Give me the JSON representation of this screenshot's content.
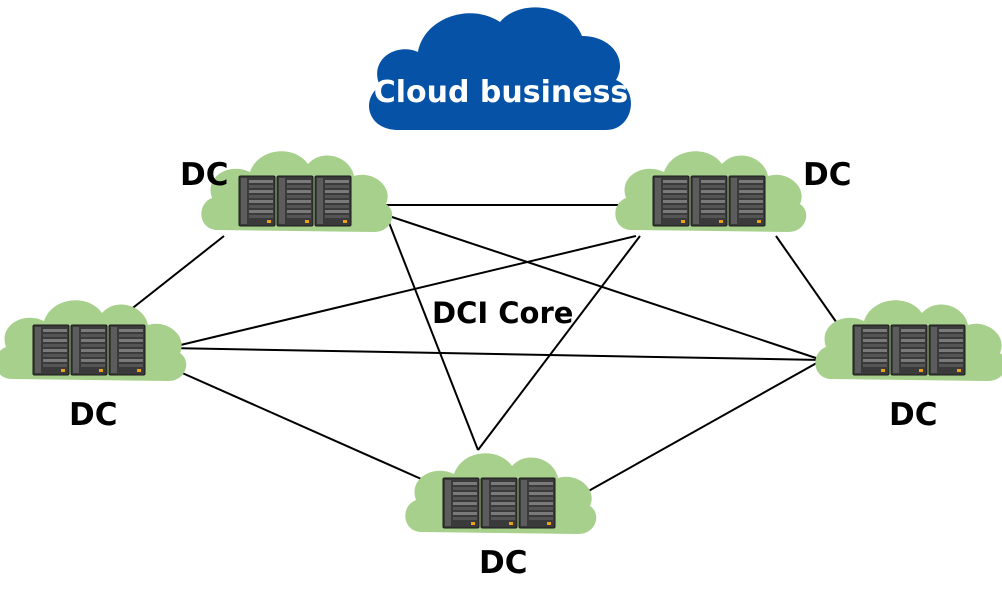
{
  "cloud": {
    "title": "Cloud business",
    "color": "#0552a6"
  },
  "core": {
    "label": "DCI Core"
  },
  "datacenters": [
    {
      "id": "top-left",
      "label": "DC"
    },
    {
      "id": "top-right",
      "label": "DC"
    },
    {
      "id": "left",
      "label": "DC"
    },
    {
      "id": "right",
      "label": "DC"
    },
    {
      "id": "bottom",
      "label": "DC"
    }
  ],
  "links": [
    [
      "top-left",
      "top-right"
    ],
    [
      "top-left",
      "left"
    ],
    [
      "top-left",
      "bottom"
    ],
    [
      "top-left",
      "right"
    ],
    [
      "top-right",
      "left"
    ],
    [
      "top-right",
      "bottom"
    ],
    [
      "top-right",
      "right"
    ],
    [
      "left",
      "right"
    ],
    [
      "left",
      "bottom"
    ],
    [
      "bottom",
      "right"
    ]
  ],
  "colors": {
    "dc_cloud": "#a8d08d",
    "server_dark": "#2b2b2b",
    "server_light": "#6e6e6e",
    "server_led": "#e8a317",
    "link": "#000000"
  },
  "icons": {
    "datacenter": "server-rack-cluster-icon",
    "cloud": "cloud-icon"
  }
}
